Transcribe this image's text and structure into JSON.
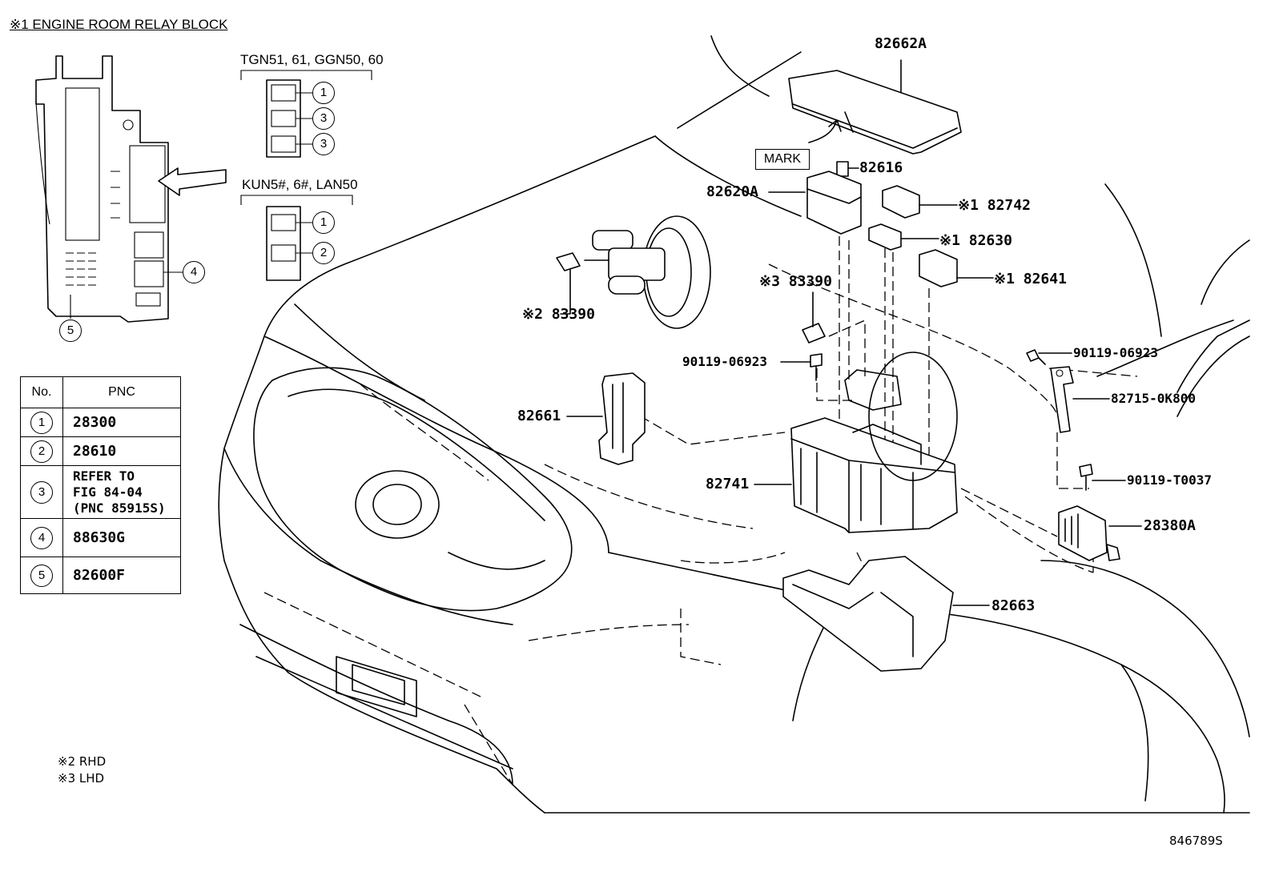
{
  "title": "※1 ENGINE ROOM RELAY BLOCK",
  "variant_a": {
    "label": "TGN51, 61, GGN50, 60",
    "callouts": [
      "1",
      "3",
      "3"
    ]
  },
  "variant_b": {
    "label": "KUN5#, 6#, LAN50",
    "callouts": [
      "1",
      "2"
    ]
  },
  "relay_block_callouts": [
    "4",
    "5"
  ],
  "table": {
    "headers": [
      "No.",
      "PNC"
    ],
    "rows": [
      {
        "no": "1",
        "pnc": "28300"
      },
      {
        "no": "2",
        "pnc": "28610"
      },
      {
        "no": "3",
        "pnc": "REFER TO\nFIG 84-04\n(PNC 85915S)"
      },
      {
        "no": "4",
        "pnc": "88630G"
      },
      {
        "no": "5",
        "pnc": "82600F"
      }
    ]
  },
  "notes": [
    "※2 RHD",
    "※3 LHD"
  ],
  "mark_label": "MARK",
  "parts": {
    "p82662A": "82662A",
    "p82616": "82616",
    "p82620A": "82620A",
    "p82742": "※1 82742",
    "p82630": "※1 82630",
    "p82641": "※1 82641",
    "p83390_lhd": "※3 83390",
    "p83390_rhd": "※2 83390",
    "p90119_06923_left": "90119-06923",
    "p90119_06923_right": "90119-06923",
    "p82715": "82715-0K800",
    "p82661": "82661",
    "p82741": "82741",
    "p90119_T0037": "90119-T0037",
    "p28380A": "28380A",
    "p82663": "82663"
  },
  "figure_id": "846789S"
}
